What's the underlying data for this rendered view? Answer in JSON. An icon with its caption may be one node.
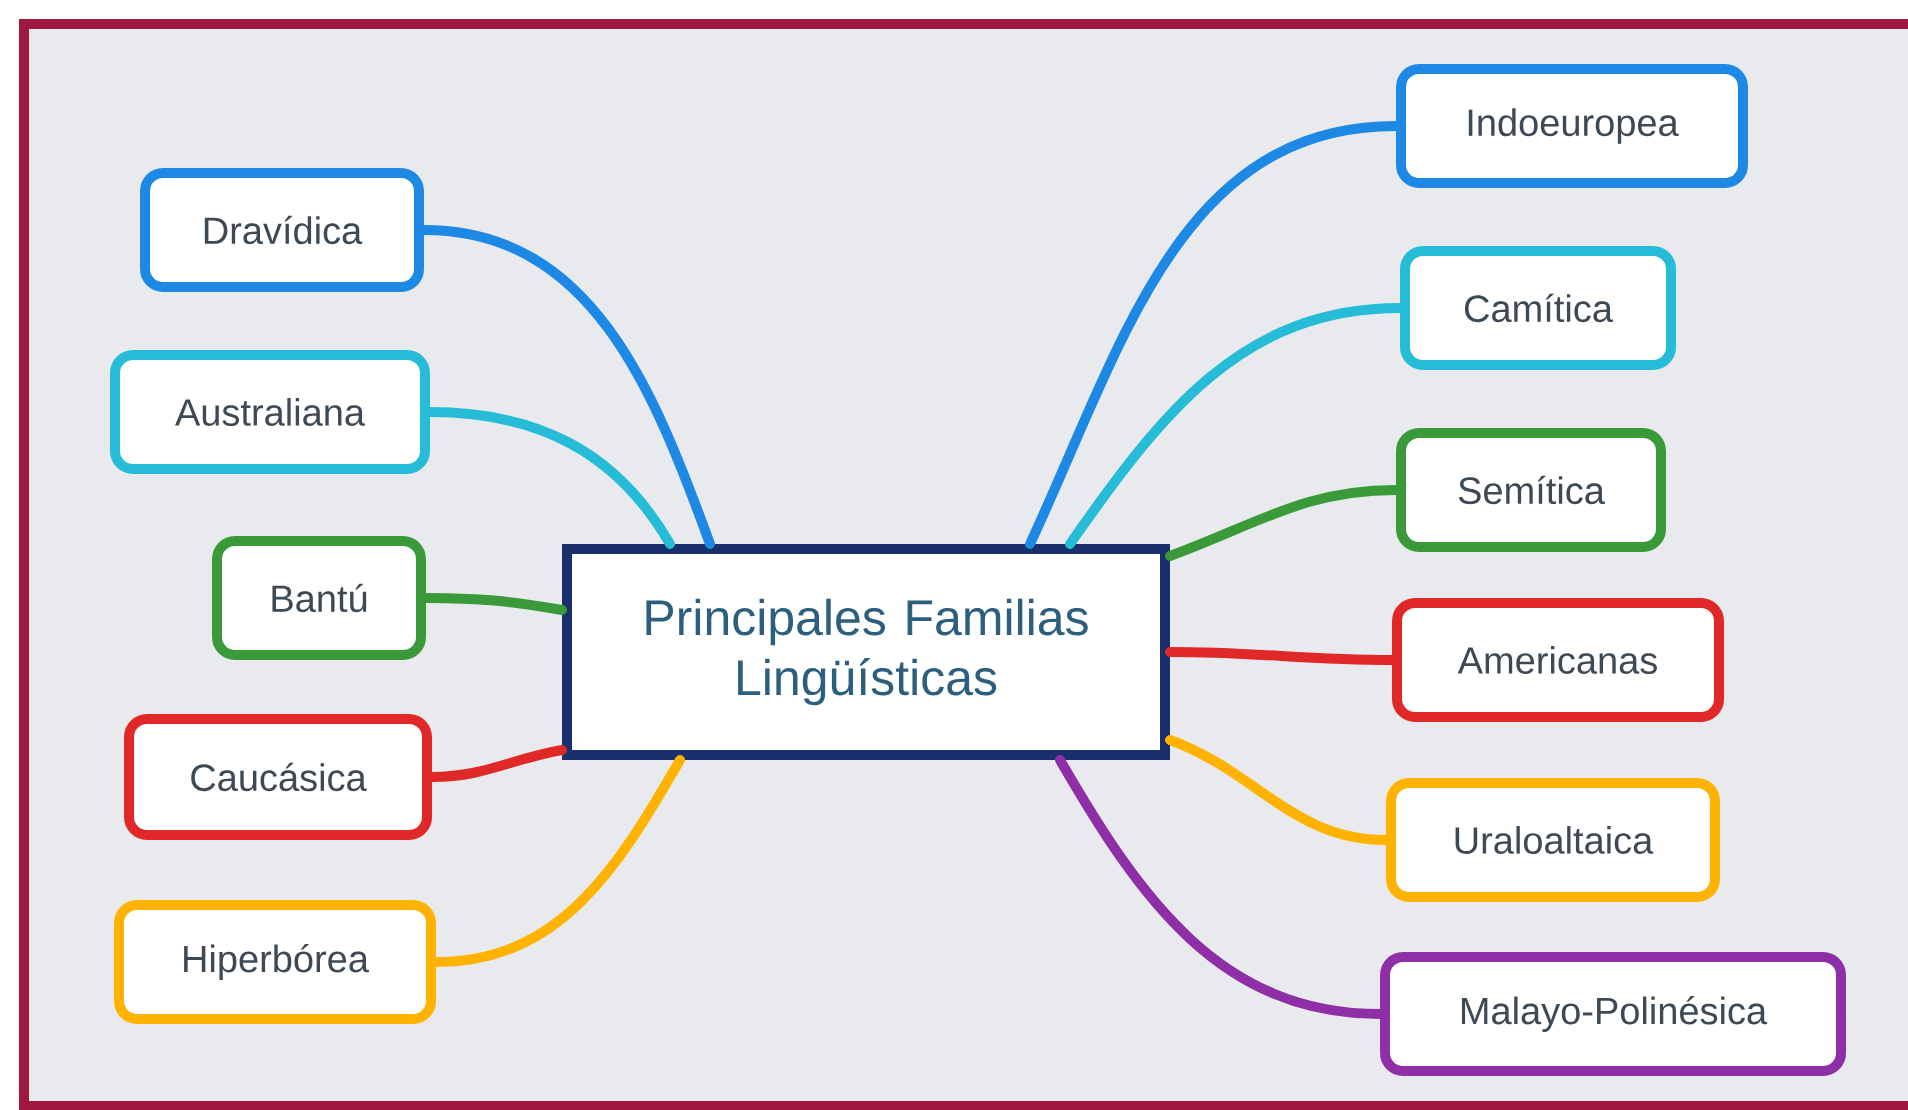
{
  "diagram": {
    "nodes": [
      {
        "text": [
          "Principales Familias Lingüísticas"
        ]
      },
      {
        "text": [
          "Dravídica"
        ]
      },
      {
        "text": [
          "Australiana"
        ]
      },
      {
        "text": [
          "Bantú"
        ]
      },
      {
        "text": [
          "Caucásica"
        ]
      },
      {
        "text": [
          "Hiperbórea"
        ]
      },
      {
        "text": [
          "Indoeuropea"
        ]
      },
      {
        "text": [
          "Camítica"
        ]
      },
      {
        "text": [
          "Semítica"
        ]
      },
      {
        "text": [
          "Americanas"
        ]
      },
      {
        "text": [
          "Uraloaltaica"
        ]
      },
      {
        "text": [
          "Malayo-Polinésica"
        ]
      }
    ],
    "edges": [
      {
        "from": 0,
        "to": 1,
        "arrow": "none",
        "color": "#1e88e5"
      },
      {
        "from": 0,
        "to": 2,
        "arrow": "none",
        "color": "#26bcd7"
      },
      {
        "from": 0,
        "to": 3,
        "arrow": "none",
        "color": "#3a9a3a"
      },
      {
        "from": 0,
        "to": 4,
        "arrow": "none",
        "color": "#e02828"
      },
      {
        "from": 0,
        "to": 5,
        "arrow": "none",
        "color": "#ffb300"
      },
      {
        "from": 0,
        "to": 6,
        "arrow": "none",
        "color": "#1e88e5"
      },
      {
        "from": 0,
        "to": 7,
        "arrow": "none",
        "color": "#26bcd7"
      },
      {
        "from": 0,
        "to": 8,
        "arrow": "none",
        "color": "#3a9a3a"
      },
      {
        "from": 0,
        "to": 9,
        "arrow": "none",
        "color": "#e02828"
      },
      {
        "from": 0,
        "to": 10,
        "arrow": "none",
        "color": "#ffb300"
      },
      {
        "from": 0,
        "to": 11,
        "arrow": "none",
        "color": "#8e2fa8"
      }
    ]
  }
}
